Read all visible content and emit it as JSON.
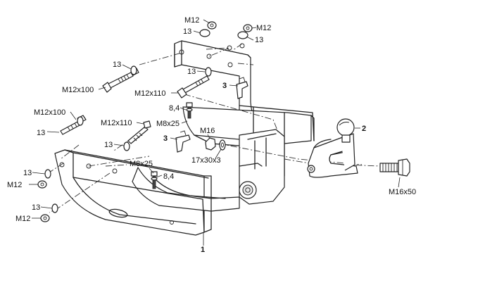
{
  "labels": {
    "nut_m12_top_left": "M12",
    "nut_m12_top_right": "M12",
    "nut_m12_left_mid": "M12",
    "nut_m12_left_low": "M12",
    "washer_13_a": "13",
    "washer_13_b": "13",
    "washer_13_c": "13",
    "washer_13_d": "13",
    "washer_13_e": "13",
    "washer_13_f": "13",
    "washer_13_g": "13",
    "bolt_m12x100_top": "M12x100",
    "bolt_m12x100_left": "M12x100",
    "bolt_m12x110_a": "M12x110",
    "bolt_m12x110_b": "M12x110",
    "washer_8_4_a": "8,4",
    "washer_8_4_b": "8,4",
    "bolt_m8x25_a": "M8x25",
    "bolt_m8x25_b": "M8x25",
    "nut_m16": "M16",
    "washer_17x30x3": "17x30x3",
    "bolt_m16x50": "M16x50",
    "part_1": "1",
    "part_2": "2",
    "part_3_a": "3",
    "part_3_b": "3"
  }
}
